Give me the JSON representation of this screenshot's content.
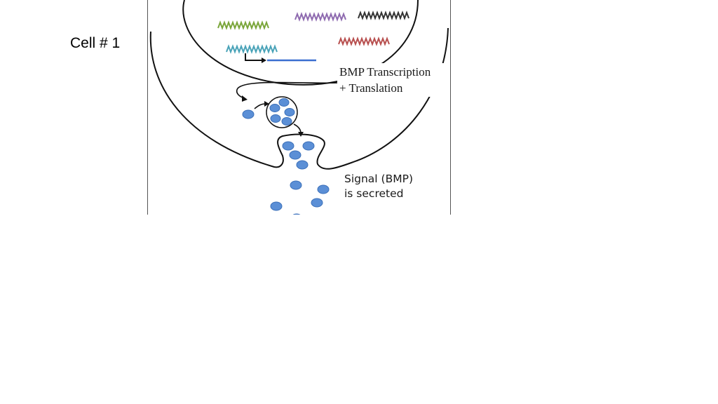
{
  "slide": {
    "title": "Cell # 1"
  },
  "diagram": {
    "label_transcription_line1": "BMP Transcription",
    "label_transcription_line2": "+ Translation",
    "label_secreted_line1": "Signal (BMP)",
    "label_secreted_line2": "is secreted"
  },
  "colors": {
    "protein_fill": "#5b8fd6",
    "protein_stroke": "#3b6fb8",
    "dna_green": "#7aa63a",
    "dna_purple": "#8f6bb0",
    "dna_black": "#333333",
    "dna_red": "#b8504f",
    "dna_teal": "#4aa3b8",
    "mrna_blue": "#3b6fd0"
  }
}
